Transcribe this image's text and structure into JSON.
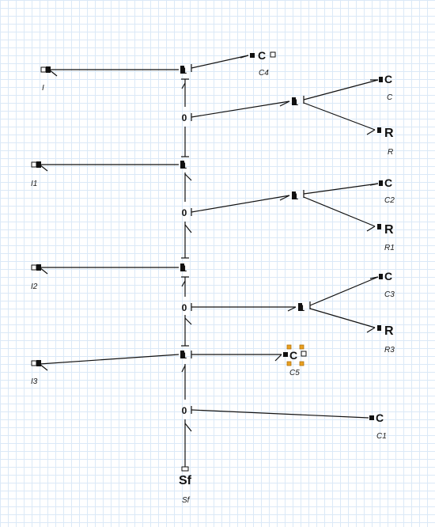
{
  "canvas": {
    "grid_color": "#dbe9f7",
    "background": "#ffffff"
  },
  "elements": {
    "I": {
      "label": "I",
      "symbol": ""
    },
    "I1": {
      "label": "I1",
      "symbol": ""
    },
    "I2": {
      "label": "I2",
      "symbol": ""
    },
    "I3": {
      "label": "I3",
      "symbol": ""
    },
    "C": {
      "label": "C",
      "symbol": "C"
    },
    "C1": {
      "label": "C1",
      "symbol": "C"
    },
    "C2": {
      "label": "C2",
      "symbol": "C"
    },
    "C3": {
      "label": "C3",
      "symbol": "C"
    },
    "C4": {
      "label": "C4",
      "symbol": "C"
    },
    "C5": {
      "label": "C5",
      "symbol": "C"
    },
    "R": {
      "label": "R",
      "symbol": "R"
    },
    "R1": {
      "label": "R1",
      "symbol": "R"
    },
    "R3": {
      "label": "R3",
      "symbol": "R"
    },
    "Sf": {
      "label": "Sf",
      "symbol": "Sf"
    }
  },
  "junctions": {
    "one": "1",
    "zero": "0"
  },
  "selected_element": "C5",
  "selection_color": "#e8a020"
}
